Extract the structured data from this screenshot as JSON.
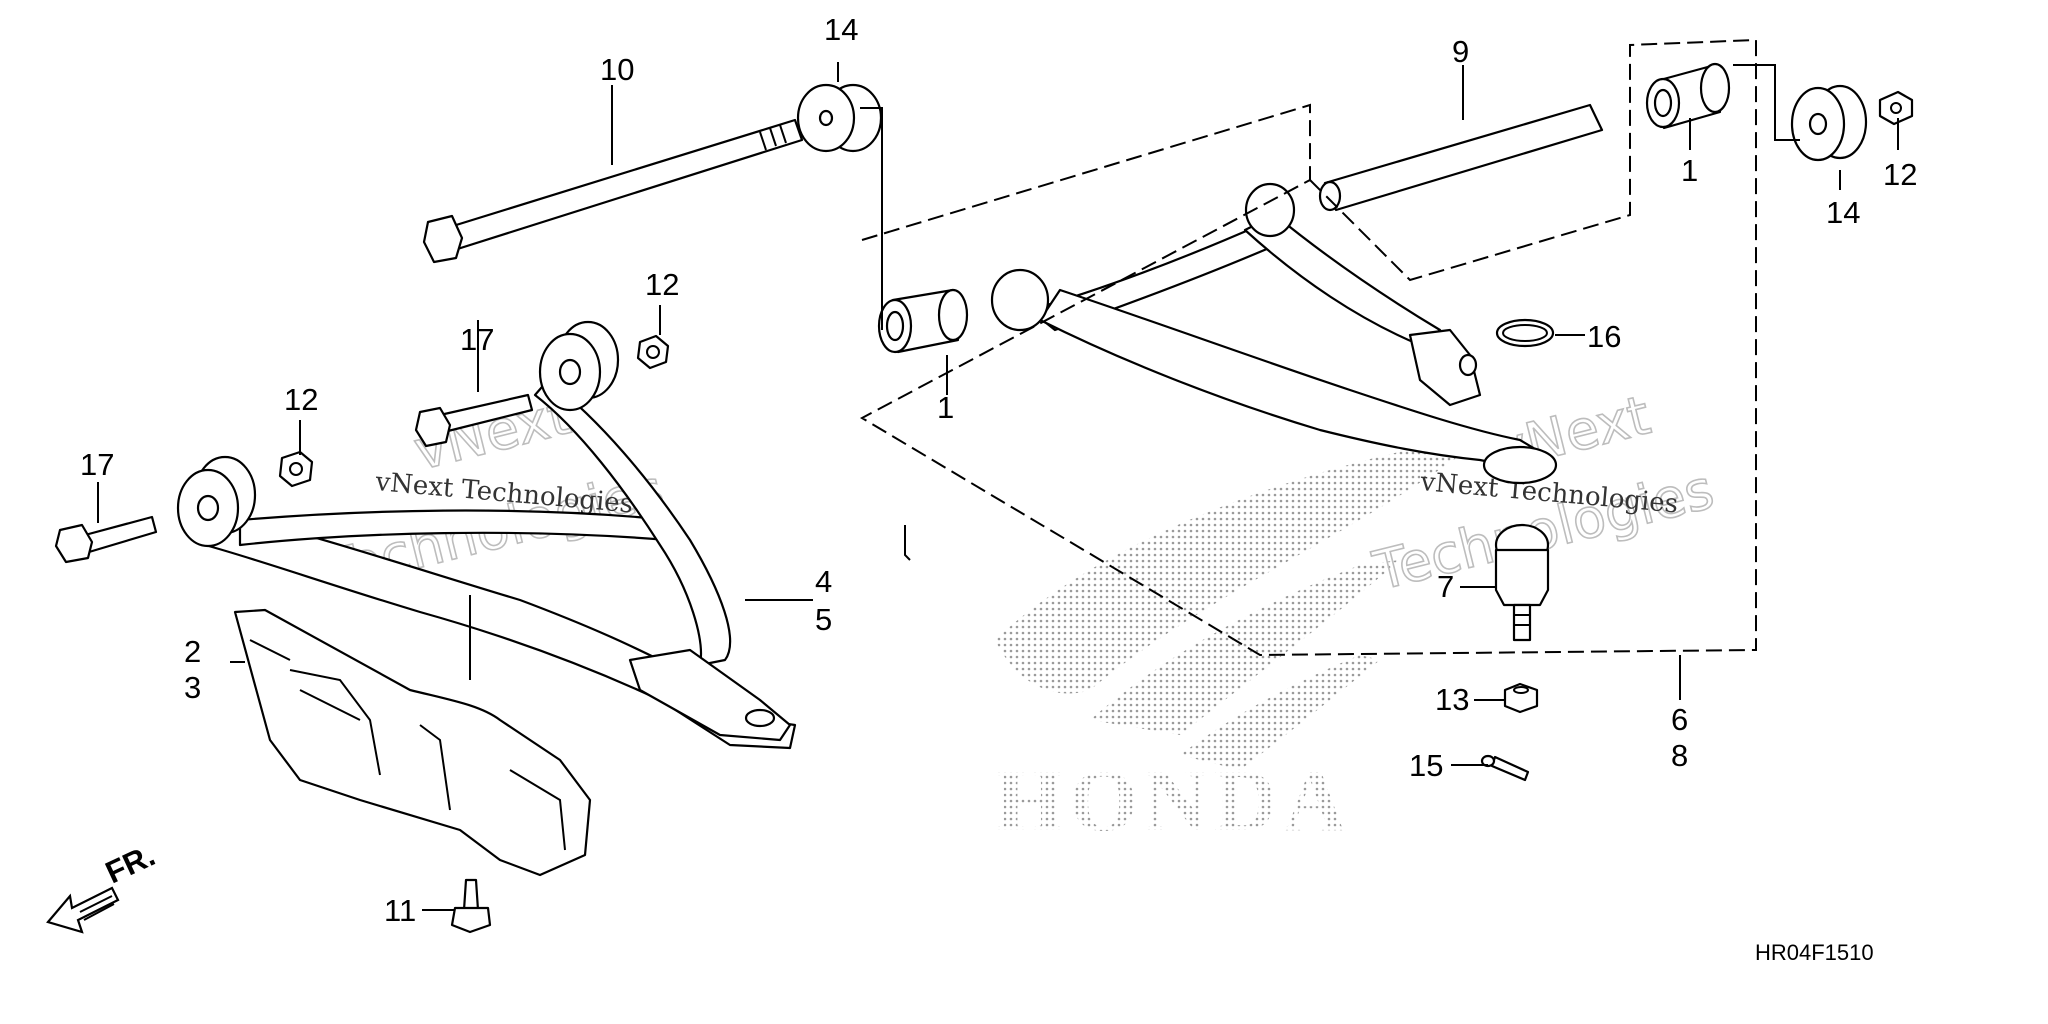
{
  "callouts": {
    "c1a": "1",
    "c1b": "1",
    "c2": "2",
    "c3": "3",
    "c4": "4",
    "c5": "5",
    "c6": "6",
    "c7": "7",
    "c8": "8",
    "c9": "9",
    "c10": "10",
    "c11": "11",
    "c12a": "12",
    "c12b": "12",
    "c12c": "12",
    "c13": "13",
    "c14a": "14",
    "c14b": "14",
    "c15": "15",
    "c16": "16",
    "c17a": "17",
    "c17b": "17"
  },
  "direction_label": "FR.",
  "diagram_code": "HR04F1510",
  "watermark": {
    "company": "vNext Technologies",
    "line1": "vNext",
    "line2": "Technologies"
  },
  "logo_text": "HONDA"
}
